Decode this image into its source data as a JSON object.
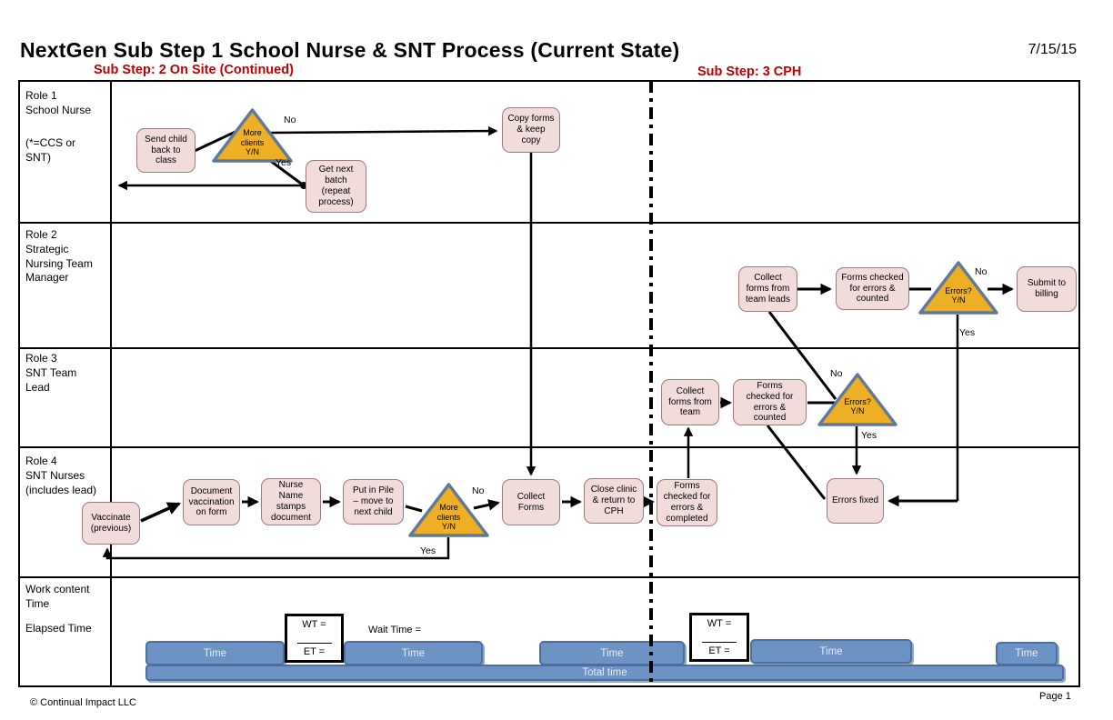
{
  "header": {
    "title": "NextGen Sub Step 1 School Nurse & SNT Process (Current State)",
    "date": "7/15/15",
    "substep2": "Sub Step: 2 On Site (Continued)",
    "substep3": "Sub Step: 3 CPH"
  },
  "lanes": {
    "role1": {
      "label": "Role 1\nSchool Nurse",
      "note": "(*=CCS or\nSNT)"
    },
    "role2": {
      "label": "Role 2\nStrategic\nNursing Team\nManager"
    },
    "role3": {
      "label": "Role 3\nSNT Team\nLead"
    },
    "role4": {
      "label": "Role 4\nSNT Nurses\n(includes lead)"
    },
    "role5": {
      "label": "Work content\nTime",
      "label2": "Elapsed Time"
    }
  },
  "nodes": {
    "send_child": "Send child\nback to\nclass",
    "copy_forms": "Copy forms\n& keep\ncopy",
    "get_next": "Get next\nbatch\n(repeat\nprocess)",
    "collect_leads": "Collect\nforms from\nteam leads",
    "forms_checked2": "Forms checked\nfor errors &\ncounted",
    "submit_billing": "Submit to\nbilling",
    "collect_team": "Collect\nforms from\nteam",
    "forms_checked3": "Forms\nchecked for\nerrors &\ncounted",
    "vaccinate": "Vaccinate\n(previous)",
    "document_vacc": "Document\nvaccination\non form",
    "nurse_stamp": "Nurse\nName\nstamps\ndocument",
    "put_in_pile": "Put in Pile\n– move to\nnext child",
    "collect_forms4": "Collect\nForms",
    "close_clinic": "Close clinic\n& return to\nCPH",
    "forms_checked4": "Forms\nchecked for\nerrors &\ncompleted",
    "errors_fixed": "Errors fixed"
  },
  "decisions": {
    "more_clients_1": "More\nclients\nY/N",
    "errors_2": "Errors?\nY/N",
    "errors_3": "Errors?\nY/N",
    "more_clients_4": "More\nclients\nY/N"
  },
  "labels": {
    "no": "No",
    "yes": "Yes"
  },
  "time": {
    "wait_time": "Wait Time =",
    "wt": "WT =",
    "et": "ET =",
    "bar_label": "Time",
    "total_label": "Total time"
  },
  "footer": {
    "copyright": "© Continual Impact LLC",
    "page": "Page 1"
  },
  "colors": {
    "substep_red": "#C00000",
    "process_box_fill": "#F2DCDB",
    "process_box_border": "#9C7B7A",
    "decision_fill": "#EFAF24",
    "decision_border": "#5F7A99",
    "time_bar_fill": "#6D93C4",
    "time_bar_border": "#4A70A0"
  }
}
